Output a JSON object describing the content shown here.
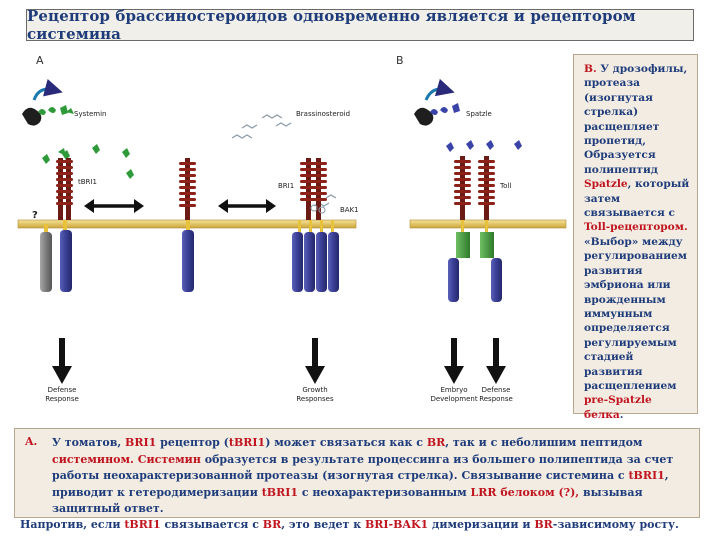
{
  "title": "Рецептор брассиностероидов одновременно является и рецептором системина",
  "figure": {
    "panel_a": "A",
    "panel_b": "B",
    "systemin": "Systemin",
    "brassinosteroid": "Brassinosteroid",
    "tbri1": "tBRI1",
    "bri1": "BRI1",
    "bak1": "BAK1",
    "unknown": "?",
    "spatzle": "Spatzle",
    "toll": "Toll",
    "defense_response_a_1": "Defense",
    "defense_response_a_2": "Response",
    "growth_responses_1": "Growth",
    "growth_responses_2": "Responses",
    "embryo_development_1": "Embryo",
    "embryo_development_2": "Development",
    "defense_response_b_1": "Defense",
    "defense_response_b_2": "Response"
  },
  "side_text": {
    "s1": "В.",
    "s2": " У дрозофилы, протеаза (изогнутая стрелка) расщепляет пропетид, Образуется полипептид ",
    "s3": "Spatzle",
    "s4": ", который затем связывается с ",
    "s5": "Toll-рецептором.",
    "s6": " «Выбор» между регулированием развития эмбриона или врожденным иммунным определяется регулируемым стадией развития расщеплением ",
    "s7": "pre-Spatzle белка",
    "s8": "."
  },
  "bottom_text": {
    "label": "A.",
    "t1": "У томатов, ",
    "t2": "BRI1",
    "t3": " рецептор (",
    "t4": "tBRI1",
    "t5": ") может связаться как с ",
    "t6": "BR",
    "t7": ", так и с неболишим пептидом ",
    "t8": "системином.",
    "t9": " ",
    "t10": "Системин",
    "t11": " образуется в результате процессинга из большего полипептида за счет работы неохарактеризованной протеазы (изогнутая стрелка). Связывание системина с ",
    "t12": "tBRI1",
    "t13": ", приводит к гетеродимеризации ",
    "t14": "tBRI1",
    "t15": " с неохарактеризованным ",
    "t16": "LRR белоком (?),",
    "t17": " вызывая защитный ответ."
  },
  "last_line": {
    "l1": "Напротив, если ",
    "l2": "tBRI1",
    "l3": " связывается с ",
    "l4": "BR",
    "l5": ", это ведет к ",
    "l6": "BRI-BAK1",
    "l7": " димеризации и ",
    "l8": "BR",
    "l9": "-зависимому росту."
  }
}
